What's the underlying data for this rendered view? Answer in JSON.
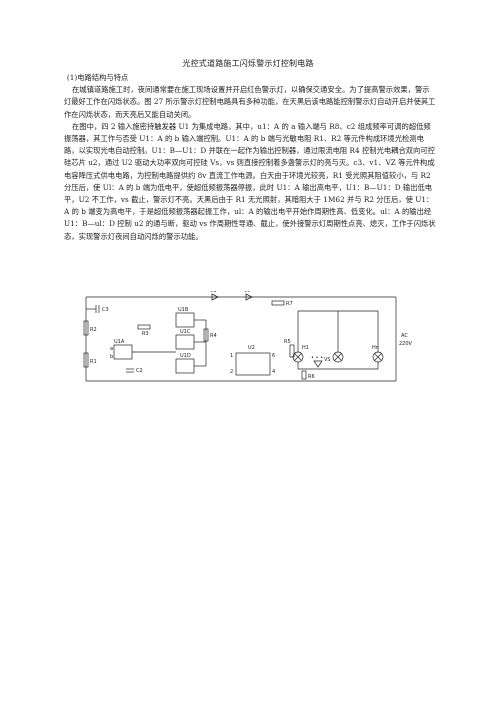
{
  "document": {
    "title": "光控式道路施工闪烁警示灯控制电路",
    "section_heading": "(1)电路结构与特点",
    "paragraphs": [
      "在城镇道路施工时，夜间通常要在施工现场设置并开启红色警示灯，以确保交通安全。为了提高警示效果，警示灯最好工作在闪烁状态。图 27 所示警示灯控制电路具有多种功能，在天黑后该电路能控制警示灯自动开启并使其工作在闪烁状态，而天亮后又能自动关闭。",
      "在图中，四 2 输入施密持触发器 U1 为集成电路，其中，u1：A 的 a 输入端与 R8、c2 组成频率可调的超低频振荡器，其工作与否受 U1：A 的 b 输入端控制。U1：A 的 b 端与光敏电阻 R1、R2 等元件构成环境光检测电路，以实现光电自动控制。U1：B—U1：D 并联在一起作为输出控制器，通过限流电阻 R4 控制光电耦合双向可控硅芯片 u2，通过 U2 驱动大功率双向可控硅 Vs，vs 则直接控制着多盏警示灯的亮与灭。c3、v1、VZ 等元件构成电容降压式供电电路，为控制电路提供约 8v 直流工作电源。白天由于环境光较亮，R1 受光照其阻值较小，与 R2 分压后，使 Ul：A 的 b 端为低电平，使超低频振荡器停振，此时 U1：A 输出高电平，U1：B—U1：D 输出低电平，U2 不工作，vs 截止，警示灯不亮。天黑后由于 R1 无光照射，其暗阻大于 1M62 并与 R2 分压后，使 U1：A 的 b 端变为高电平，于是超低频振荡器起振工作，ul：A 的输出电平开始作周期性高、低变化。ul：A 的输出经 U1：B—ul：D 控制 u2 的通与断，驱动 vs 作周期性导通、截止，使外接警示灯周期性点亮、熄灭，工作于闪烁状态，实现警示灯夜间自动闪烁的警示功能。"
    ]
  },
  "circuit": {
    "labels": {
      "v1": "V1",
      "vz": "Vz",
      "c3": "C3",
      "r7": "R7",
      "r2": "R2",
      "r3": "R3",
      "r1": "R1",
      "r4": "R4",
      "r5": "R5",
      "r6": "R6",
      "c2": "C2",
      "u1a": "U1A",
      "u1b": "U1B",
      "u1c": "U1C",
      "u1d": "U1D",
      "u2": "U2",
      "vs": "VS",
      "h1": "H1",
      "hn": "Hn",
      "ac": "AC",
      "ac_v": "220V",
      "dots": "• • •",
      "pin_a": "a",
      "pin_b": "b",
      "pin1": "1",
      "pin2": "2",
      "pin4": "4",
      "pin6": "6"
    }
  }
}
